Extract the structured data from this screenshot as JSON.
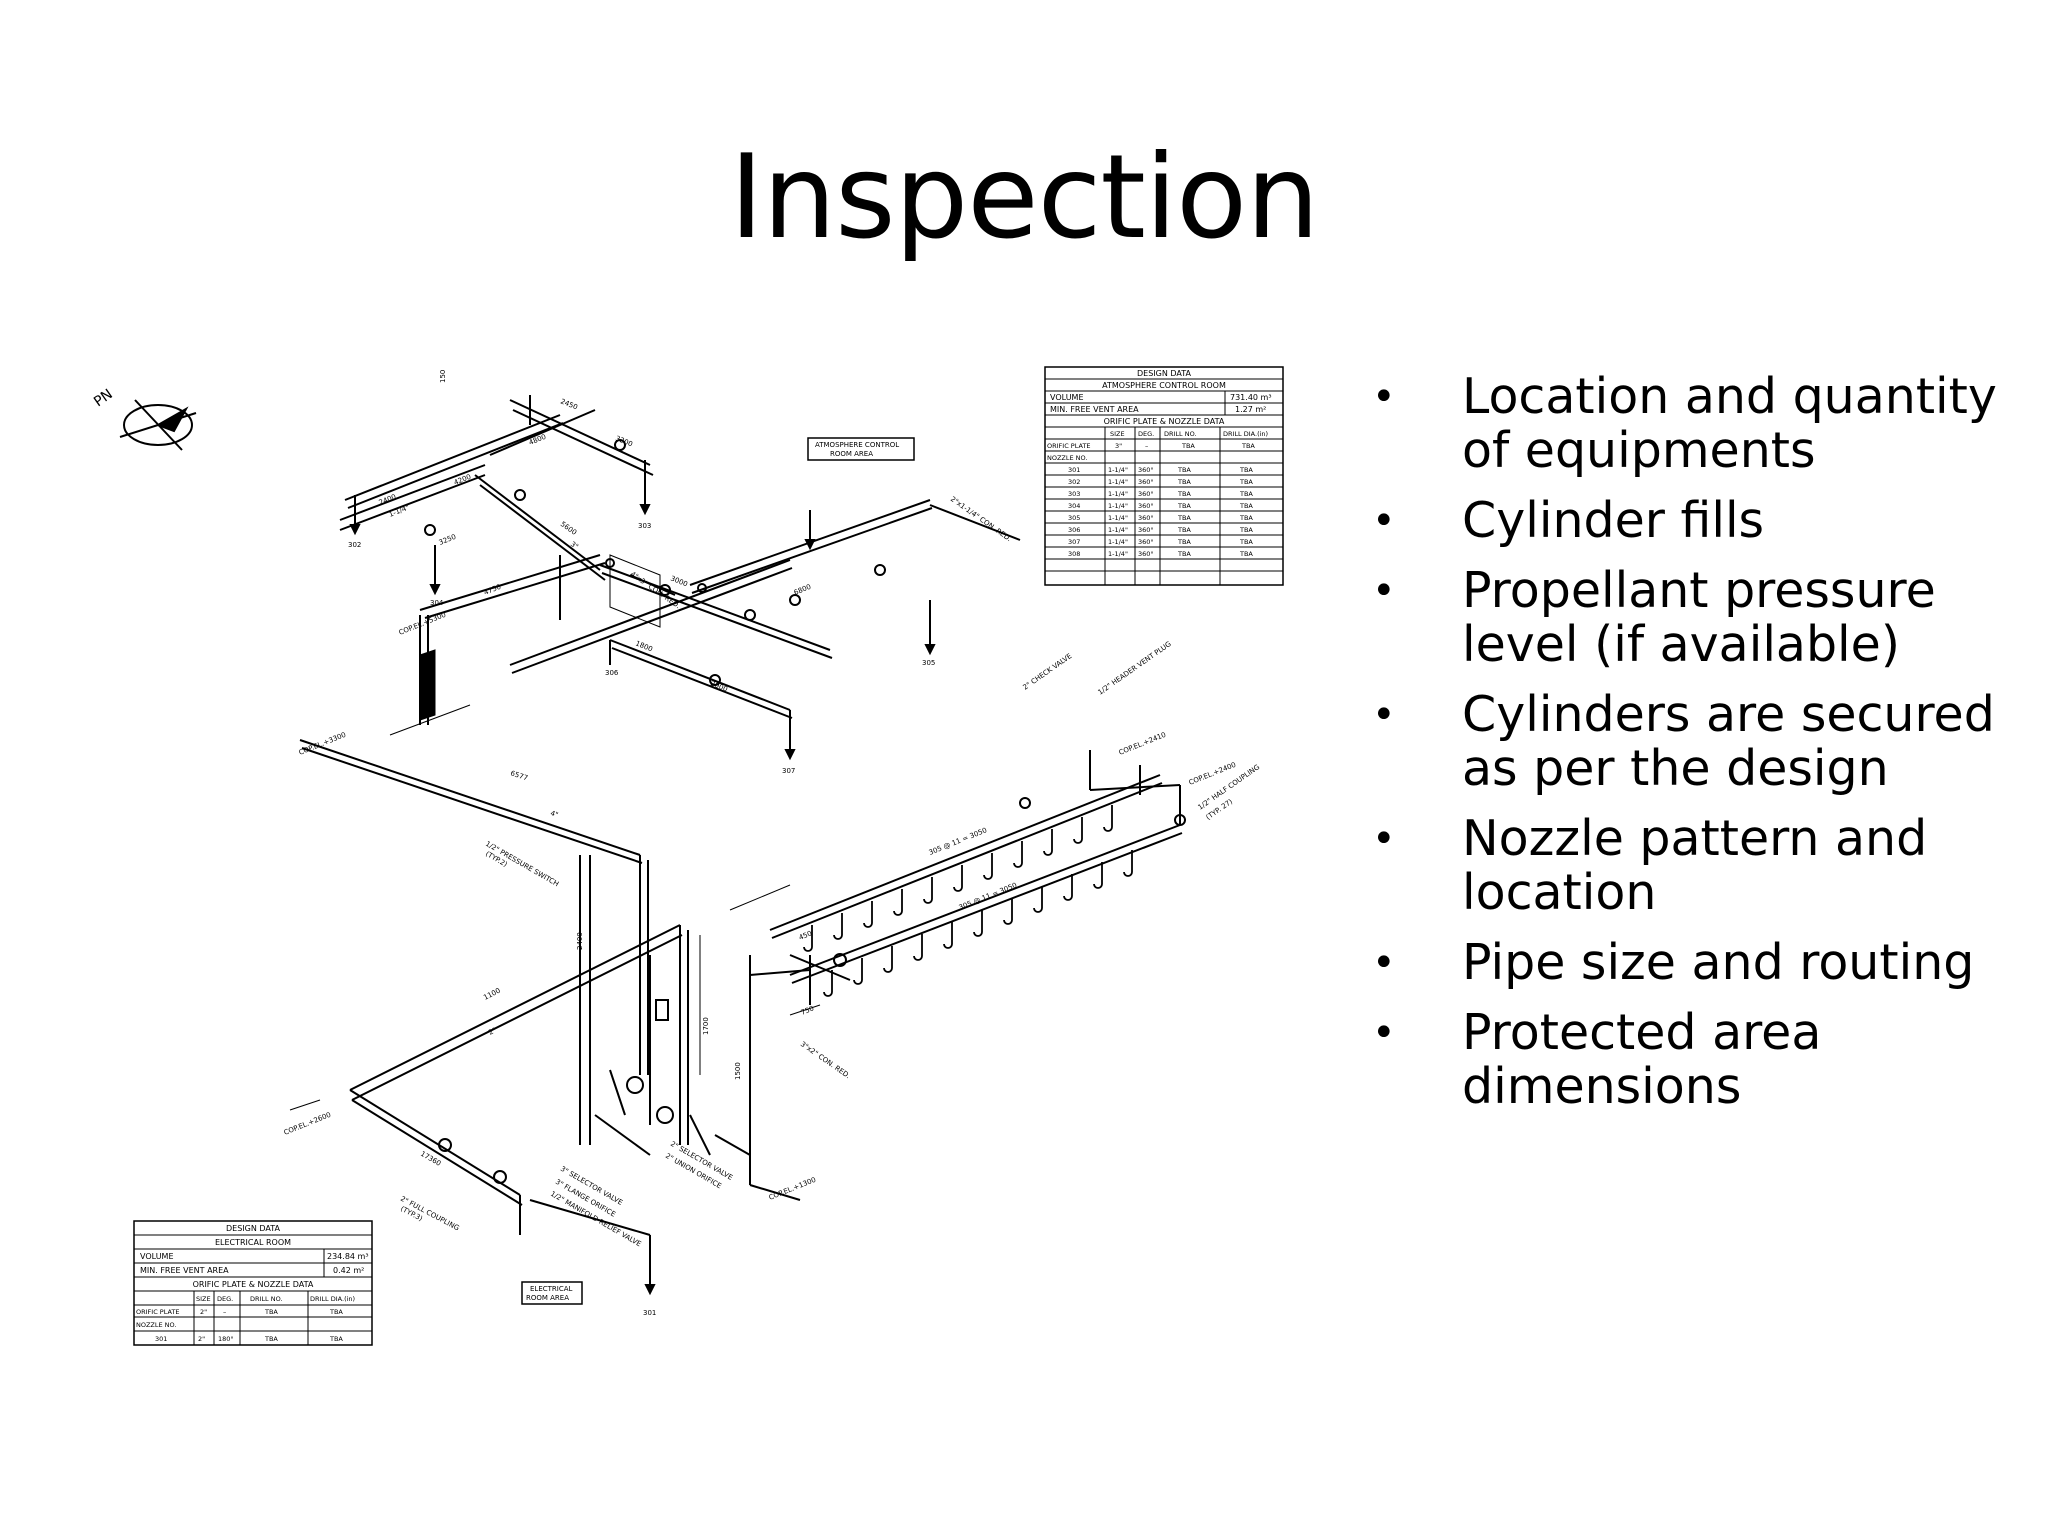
{
  "slide": {
    "title": "Inspection",
    "bullets": [
      "Location and quantity of equipments",
      "Cylinder fills",
      "Propellant pressure level (if available)",
      "Cylinders are secured as per the design",
      "Nozzle pattern and location",
      "Pipe size and routing",
      "Protected area dimensions"
    ]
  },
  "drawing": {
    "north_label": "PN",
    "area_labels": {
      "atmosphere": [
        "ATMOSPHERE CONTROL",
        "ROOM AREA"
      ],
      "electrical": [
        "ELECTRICAL",
        "ROOM AREA"
      ]
    },
    "acr_table": {
      "title": "DESIGN DATA",
      "room": "ATMOSPHERE CONTROL ROOM",
      "volume_label": "VOLUME",
      "volume_value": "731.40 m³",
      "vent_label": "MIN. FREE VENT AREA",
      "vent_value": "1.27 m²",
      "sub_title": "ORIFIC PLATE & NOZZLE DATA",
      "headers": [
        "",
        "SIZE",
        "DEG.",
        "DRILL NO.",
        "DRILL DIA.(in)"
      ],
      "orifice_row": [
        "ORIFIC PLATE",
        "3\"",
        "–",
        "TBA",
        "TBA"
      ],
      "nozzle_label": "NOZZLE NO.",
      "rows": [
        [
          "301",
          "1-1/4\"",
          "360°",
          "TBA",
          "TBA"
        ],
        [
          "302",
          "1-1/4\"",
          "360°",
          "TBA",
          "TBA"
        ],
        [
          "303",
          "1-1/4\"",
          "360°",
          "TBA",
          "TBA"
        ],
        [
          "304",
          "1-1/4\"",
          "360°",
          "TBA",
          "TBA"
        ],
        [
          "305",
          "1-1/4\"",
          "360°",
          "TBA",
          "TBA"
        ],
        [
          "306",
          "1-1/4\"",
          "360°",
          "TBA",
          "TBA"
        ],
        [
          "307",
          "1-1/4\"",
          "360°",
          "TBA",
          "TBA"
        ],
        [
          "308",
          "1-1/4\"",
          "360°",
          "TBA",
          "TBA"
        ]
      ]
    },
    "elec_table": {
      "title": "DESIGN DATA",
      "room": "ELECTRICAL ROOM",
      "volume_label": "VOLUME",
      "volume_value": "234.84 m³",
      "vent_label": "MIN. FREE VENT AREA",
      "vent_value": "0.42 m²",
      "sub_title": "ORIFIC PLATE & NOZZLE DATA",
      "headers": [
        "",
        "SIZE",
        "DEG.",
        "DRILL NO.",
        "DRILL DIA.(in)"
      ],
      "orifice_row": [
        "ORIFIC PLATE",
        "2\"",
        "–",
        "TBA",
        "TBA"
      ],
      "nozzle_label": "NOZZLE NO.",
      "rows": [
        [
          "301",
          "2\"",
          "180°",
          "TBA",
          "TBA"
        ]
      ]
    },
    "labels": {
      "d2450": "2450",
      "d3200": "3200",
      "d4800": "4800",
      "d2400": "2400",
      "d4200": "4200",
      "d5600": "5600",
      "d3250": "3250",
      "d4750": "4750",
      "d1800": "1800",
      "d3000": "3000",
      "d2000": "2000",
      "d6800": "6800",
      "d6577": "6577",
      "d1100": "1100",
      "d2400b": "2400",
      "d1700": "1700",
      "d1500": "1500",
      "d750": "750",
      "d450": "450",
      "d17360": "17360",
      "s150": "150",
      "s1_14": "1-1/4\"",
      "s2": "2\"",
      "s3": "3\"",
      "s4": "4\"",
      "cop3300": "COP.EL.+3300",
      "cop2410": "COP.EL.+2410",
      "cop2400": "COP.EL.+2400",
      "cop2600": "COP.EL.+2600",
      "cop1300": "COP.EL.+1300",
      "cop5300": "COP.EL.+5300",
      "red43": "4\"x3\" CON. RED.",
      "red2_114": "2\"x1-1/4\" CON. RED.",
      "red32": "3\"x2\" CON. RED.",
      "pressure_switch": "1/2\" PRESSURE SWITCH",
      "typ2": "(TYP.2)",
      "check_valve": "2\" CHECK VALVE",
      "header_vent": "1/2\" HEADER VENT PLUG",
      "half_coupling": "1/2\" HALF COUPLING",
      "typ27": "(TYP. 27)",
      "full_coupling": "2\" FULL COUPLING",
      "typ3": "(TYP.3)",
      "selector3": "3\" SELECTOR VALVE",
      "selector2": "2\" SELECTOR VALVE",
      "flange_orifice": "3\" FLANGE ORIFICE",
      "union_orifice": "2\" UNION ORIFICE",
      "manifold_relief": "1/2\" MANIFOLD RELIEF VALVE",
      "header1": "305 @ 11 = 3050",
      "header2": "305 @ 11 = 3050",
      "n301": "301",
      "n302": "302",
      "n303": "303",
      "n304": "304",
      "n305": "305",
      "n306": "306",
      "n307": "307"
    }
  }
}
